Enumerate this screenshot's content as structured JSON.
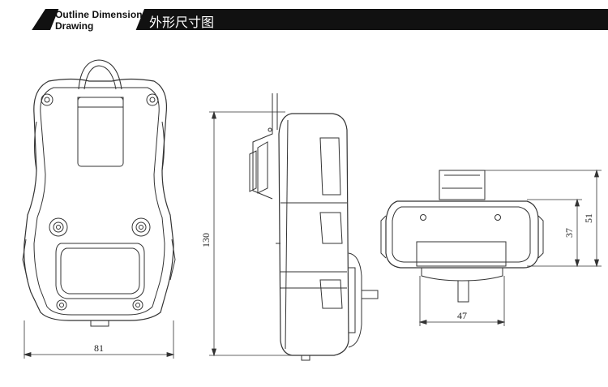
{
  "header": {
    "title_en_line1": "Outline Dimension",
    "title_en_line2": "Drawing",
    "title_cn": "外形尺寸图"
  },
  "dimensions": {
    "front_width": "81",
    "side_height": "130",
    "top_width": "47",
    "top_inner_height": "37",
    "top_outer_height": "51"
  },
  "colors": {
    "header_bar": "#111111",
    "line": "#333333"
  }
}
